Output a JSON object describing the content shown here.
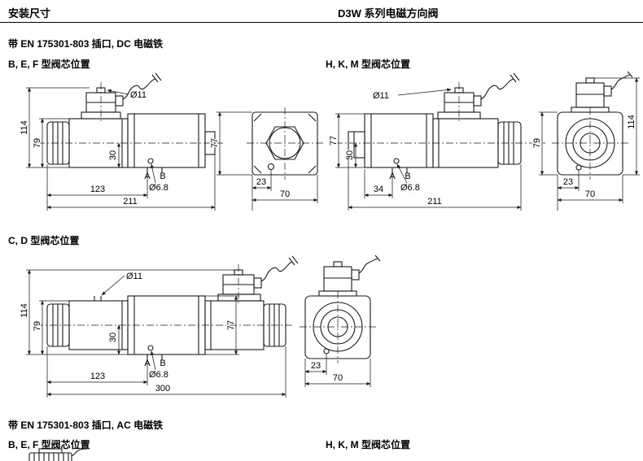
{
  "header": {
    "left_title": "安装尺寸",
    "main_title": "D3W 系列电磁方向阀"
  },
  "sections": {
    "dc_title": "带 EN 175301-803 插口, DC 电磁铁",
    "dc_left_label": "B, E, F 型阀芯位置",
    "dc_right_label": "H, K, M 型阀芯位置",
    "cd_label": "C, D 型阀芯位置",
    "ac_title": "带 EN 175301-803 插口, AC 电磁铁",
    "ac_left_label": "B, E, F 型阀芯位置",
    "ac_right_label": "H, K, M 型阀芯位置"
  },
  "colors": {
    "line": "#1a1a1a",
    "background": "#ffffff"
  },
  "dims": {
    "bef_dc": {
      "overall_height": "114",
      "body_height": "79",
      "port_offset": "30",
      "conn_hole": "Ø11",
      "port_a": "A",
      "port_b": "B",
      "mount_hole": "Ø6.8",
      "port_dist": "123",
      "overall_length": "211",
      "end_height": "77",
      "end_hole_offset": "23",
      "end_width": "70"
    },
    "hkm_dc": {
      "body_height": "77",
      "port_offset": "30",
      "conn_hole": "Ø11",
      "port_a": "A",
      "port_b": "B",
      "mount_hole": "Ø6.8",
      "port_dist": "34",
      "overall_length": "211",
      "end_body_height": "79",
      "end_overall_height": "114",
      "end_hole_offset": "23",
      "end_width": "70"
    },
    "cd_dc": {
      "overall_height": "114",
      "body_height": "79",
      "valve_height": "77",
      "port_offset": "30",
      "conn_hole": "Ø11",
      "port_a": "A",
      "port_b": "B",
      "mount_hole": "Ø6.8",
      "port_dist": "123",
      "overall_length": "300",
      "end_hole_offset": "23",
      "end_width": "70"
    }
  }
}
